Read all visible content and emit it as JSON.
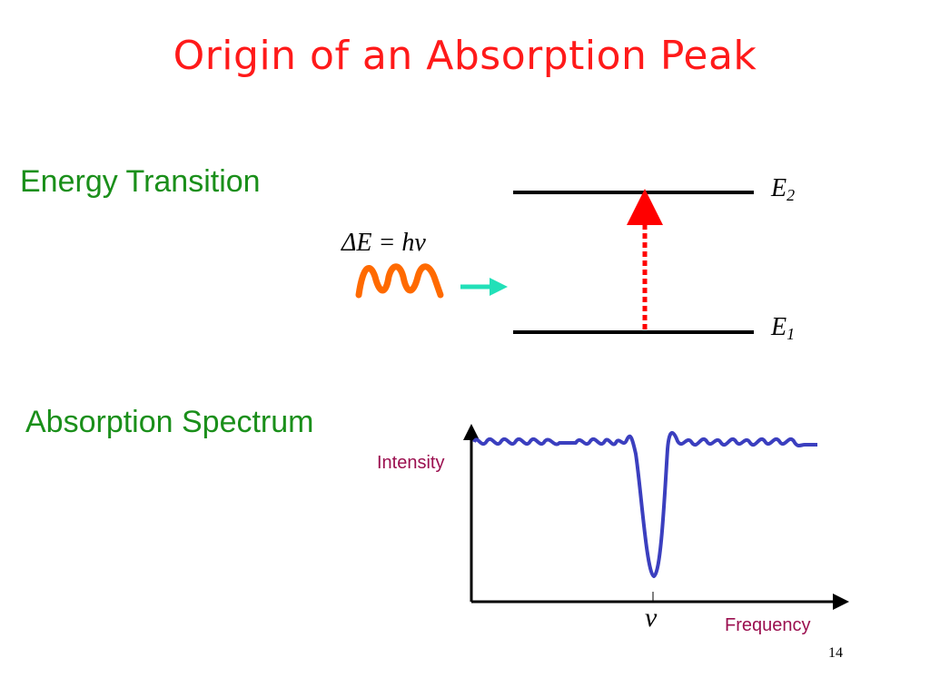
{
  "slide": {
    "title": "Origin of an Absorption Peak",
    "page_number": "14"
  },
  "energy_diagram": {
    "section_label": "Energy Transition",
    "upper_level": {
      "symbol": "E",
      "subscript": "2"
    },
    "lower_level": {
      "symbol": "E",
      "subscript": "1"
    },
    "equation": "ΔE = hν",
    "colors": {
      "levels": "#000000",
      "transition_arrow": "#ff0000",
      "photon_wave": "#ff6a00",
      "photon_arrow": "#22e0b8"
    }
  },
  "spectrum": {
    "section_label": "Absorption Spectrum",
    "y_axis_label": "Intensity",
    "x_axis_label": "Frequency",
    "peak_marker": "ν",
    "line_color": "#3b3fbf",
    "label_color": "#9b0f4f"
  },
  "icons": {
    "photon": "wavy-photon-icon",
    "direction": "right-arrow-icon"
  }
}
